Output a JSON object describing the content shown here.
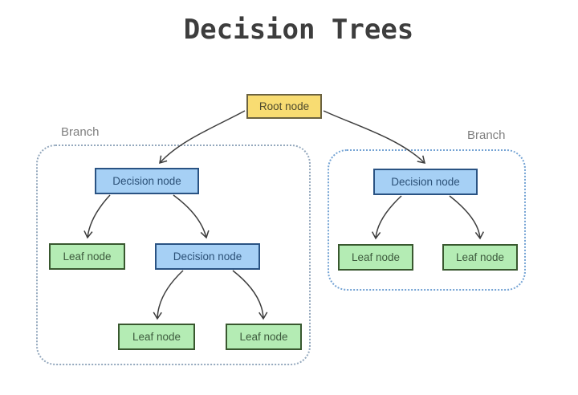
{
  "title": "Decision Trees",
  "branches": [
    {
      "label": "Branch",
      "position": "left"
    },
    {
      "label": "Branch",
      "position": "right"
    }
  ],
  "nodes": [
    {
      "id": "root",
      "label": "Root node",
      "type": "root"
    },
    {
      "id": "decision-left",
      "label": "Decision node",
      "type": "decision"
    },
    {
      "id": "leaf-left-1",
      "label": "Leaf node",
      "type": "leaf"
    },
    {
      "id": "decision-left-2",
      "label": "Decision node",
      "type": "decision"
    },
    {
      "id": "leaf-left-2",
      "label": "Leaf node",
      "type": "leaf"
    },
    {
      "id": "leaf-left-3",
      "label": "Leaf node",
      "type": "leaf"
    },
    {
      "id": "decision-right",
      "label": "Decision node",
      "type": "decision"
    },
    {
      "id": "leaf-right-1",
      "label": "Leaf node",
      "type": "leaf"
    },
    {
      "id": "leaf-right-2",
      "label": "Leaf node",
      "type": "leaf"
    }
  ],
  "edges": [
    {
      "from": "root",
      "to": "decision-left"
    },
    {
      "from": "root",
      "to": "decision-right"
    },
    {
      "from": "decision-left",
      "to": "leaf-left-1"
    },
    {
      "from": "decision-left",
      "to": "decision-left-2"
    },
    {
      "from": "decision-left-2",
      "to": "leaf-left-2"
    },
    {
      "from": "decision-left-2",
      "to": "leaf-left-3"
    },
    {
      "from": "decision-right",
      "to": "leaf-right-1"
    },
    {
      "from": "decision-right",
      "to": "leaf-right-2"
    }
  ],
  "colors": {
    "title_text": "#3d3d3d",
    "root_fill": "#F8DC72",
    "root_border": "#6b6240",
    "root_text": "#4e4a2e",
    "decision_fill": "#A6D0F5",
    "decision_border": "#2a5383",
    "decision_text": "#2c5177",
    "leaf_fill": "#B4ECB4",
    "leaf_border": "#39582f",
    "leaf_text": "#3d5a3d",
    "branch_left_border": "#94a8bd",
    "branch_right_border": "#74a3d4",
    "branch_label": "#7f7f7f",
    "arrow": "#3d3d3d"
  }
}
